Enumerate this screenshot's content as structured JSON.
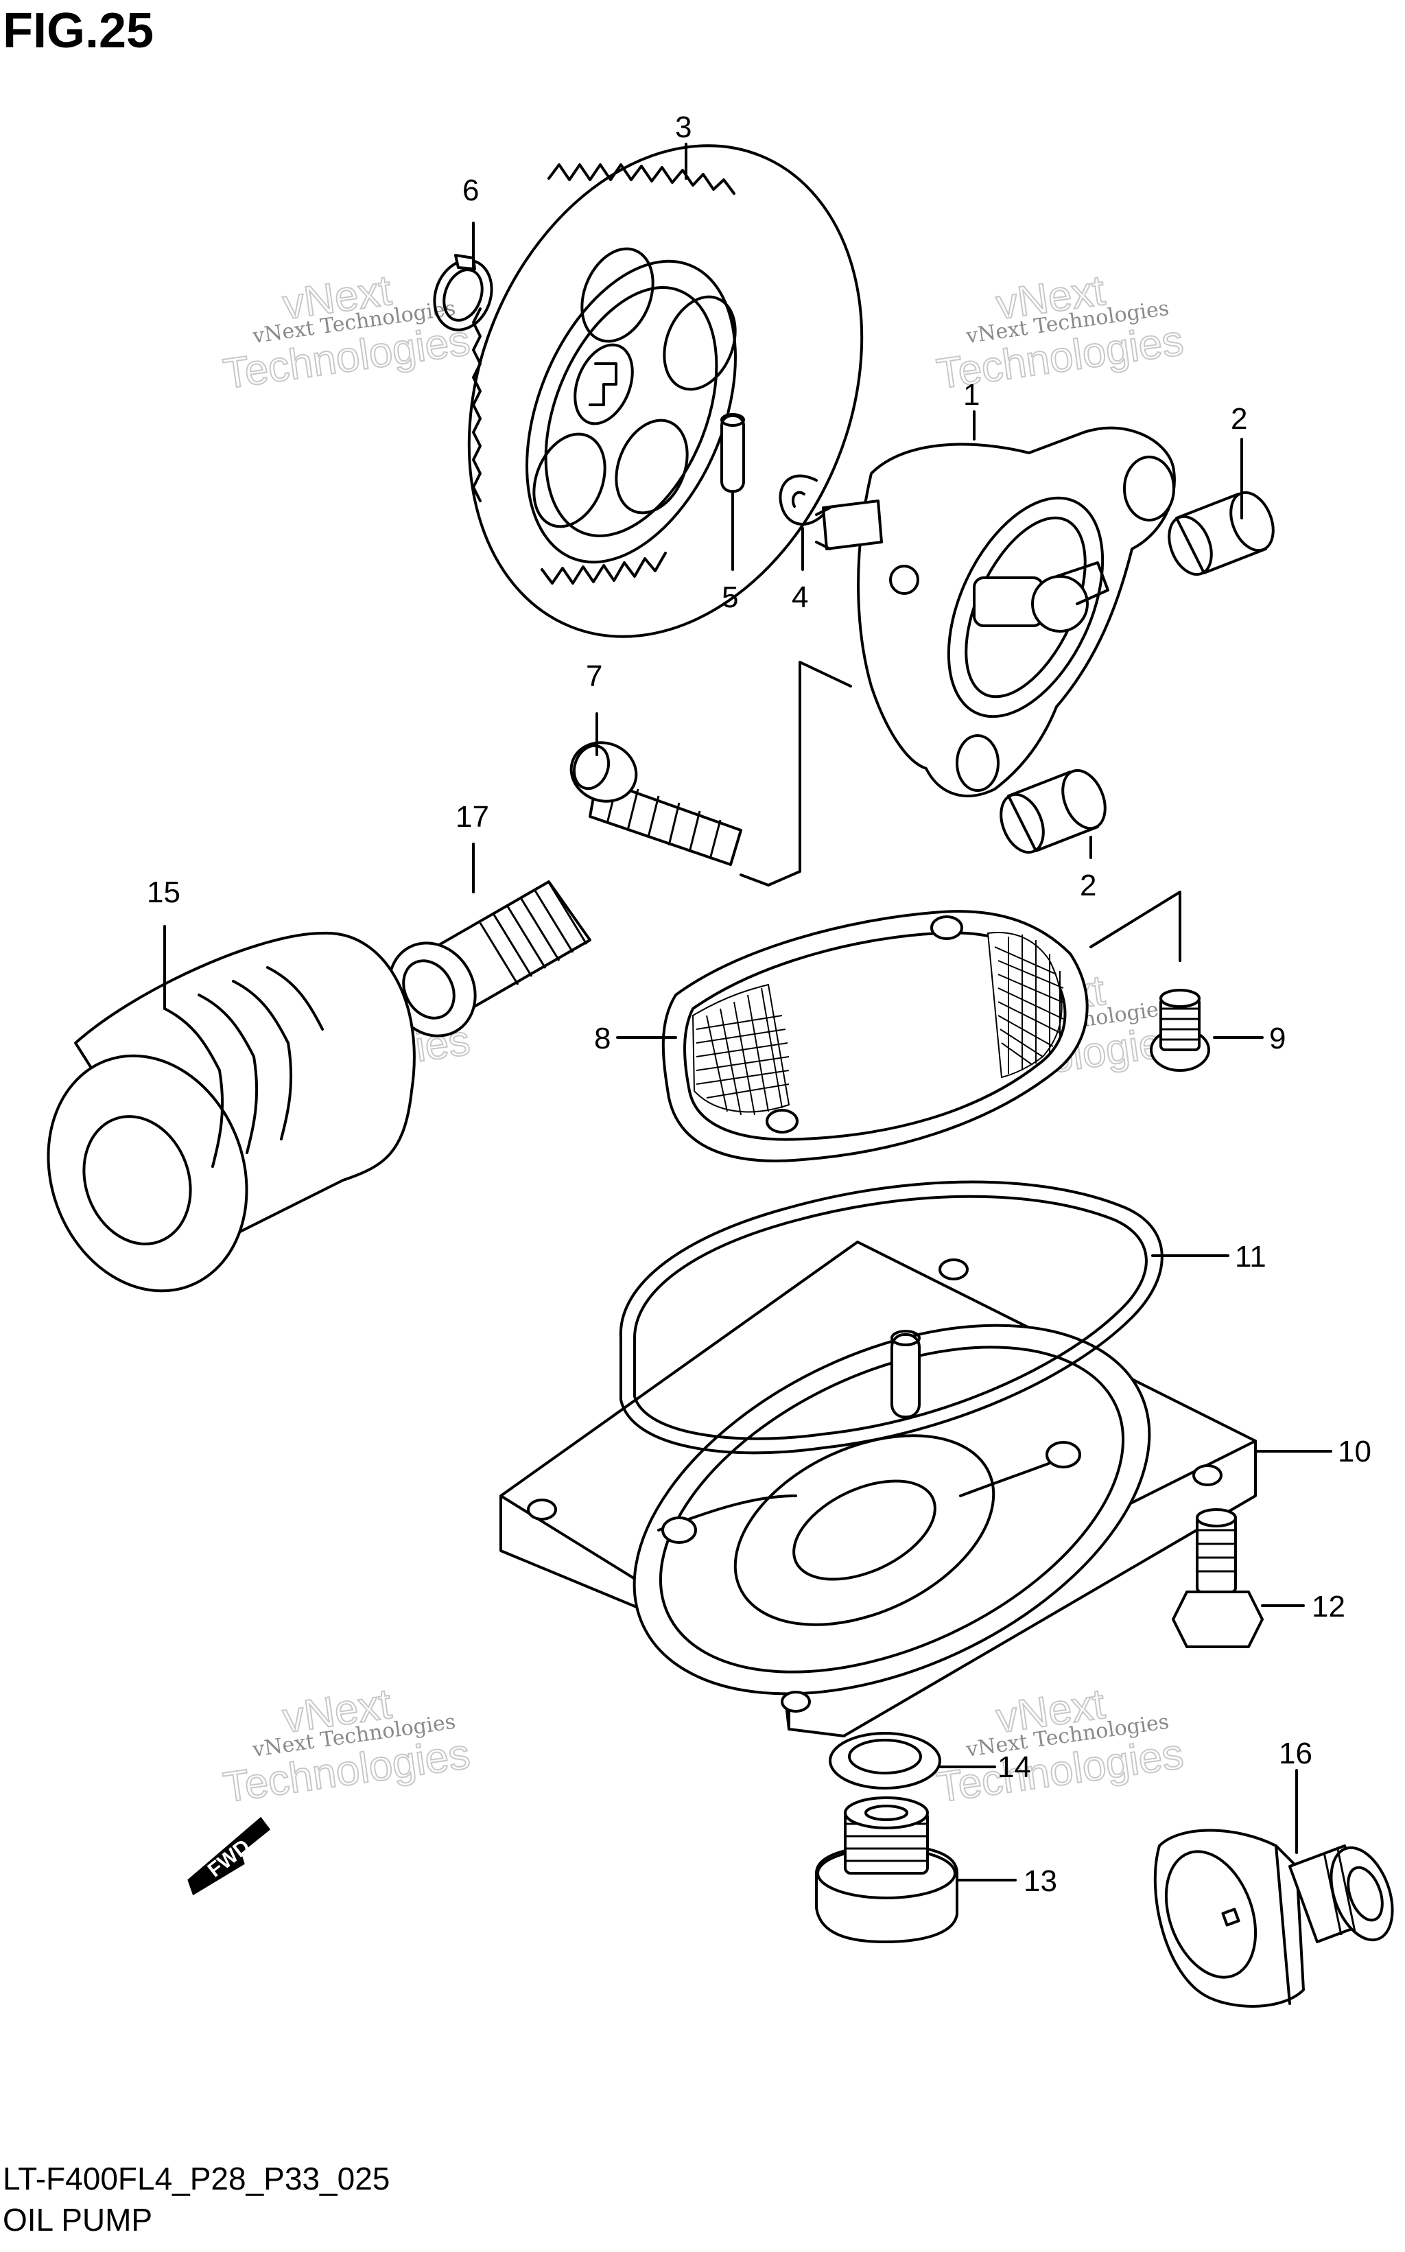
{
  "figure": {
    "title": "FIG.25",
    "code": "LT-F400FL4_P28_P33_025",
    "name": "OIL PUMP"
  },
  "callouts": [
    {
      "id": "c1",
      "text": "1"
    },
    {
      "id": "c2a",
      "text": "2"
    },
    {
      "id": "c2b",
      "text": "2"
    },
    {
      "id": "c3",
      "text": "3"
    },
    {
      "id": "c4",
      "text": "4"
    },
    {
      "id": "c5",
      "text": "5"
    },
    {
      "id": "c6",
      "text": "6"
    },
    {
      "id": "c7",
      "text": "7"
    },
    {
      "id": "c8",
      "text": "8"
    },
    {
      "id": "c9",
      "text": "9"
    },
    {
      "id": "c10",
      "text": "10"
    },
    {
      "id": "c11",
      "text": "11"
    },
    {
      "id": "c12",
      "text": "12"
    },
    {
      "id": "c13",
      "text": "13"
    },
    {
      "id": "c14",
      "text": "14"
    },
    {
      "id": "c15",
      "text": "15"
    },
    {
      "id": "c16",
      "text": "16"
    },
    {
      "id": "c17",
      "text": "17"
    }
  ],
  "watermark": {
    "line1": "vNext Technologies",
    "line2a": "vNext",
    "line2b": "Technologies"
  },
  "direction": {
    "label": "FWD",
    "icon": "fwd-arrow-icon"
  }
}
